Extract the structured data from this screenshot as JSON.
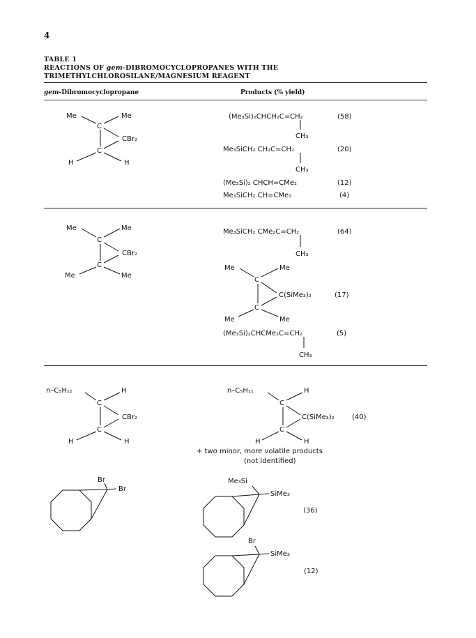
{
  "page_number": "4",
  "table": {
    "label": "TABLE 1",
    "title_prefix": "REACTIONS OF ",
    "title_italic": "gem",
    "title_rest": "-DIBROMOCYCLOPROPANES WITH THE TRIMETHYLCHLOROSILANE/MAGNESIUM REAGENT",
    "col1_italic": "gem",
    "col1_rest": "-Dibromocyclopropane",
    "col2": "Products (% yield)"
  },
  "labels": {
    "Me": "Me",
    "C": "C",
    "H": "H",
    "CBr2": "CBr₂",
    "CSiMe32": "C(SiMe₃)₂",
    "CH3": "CH₃",
    "Br": "Br",
    "SiMe3": "SiMe₃",
    "Me3Si": "Me₃Si",
    "n_pentyl": "n–C₅H₁₁"
  },
  "rows": [
    {
      "products": [
        {
          "formula_main": "(Me₃Si)₂CHCH₂C=CH₂",
          "branch": "CH₃",
          "yield": "(58)"
        },
        {
          "formula_main": "Me₃SiCH₂ CH₂C=CH₂",
          "branch": "CH₃",
          "yield": "(20)"
        },
        {
          "formula_main": "(Me₃Si)₂ CHCH=CMe₂",
          "yield": "(12)"
        },
        {
          "formula_main": "Me₃SiCH₂ CH=CMe₂",
          "yield": "(4)"
        }
      ]
    },
    {
      "products": [
        {
          "formula_main": "Me₃SiCH₂ CMe₂C=CH₂",
          "branch": "CH₃",
          "yield": "(64)"
        },
        {
          "structure": "tetramethylcyclopropane-bis(trimethylsilyl)",
          "yield": "(17)"
        },
        {
          "formula_main": "(Me₃Si)₂CHCMe₂C=CH₂",
          "branch": "CH₃",
          "yield": "(5)"
        }
      ]
    },
    {
      "products": [
        {
          "structure": "pentylcyclopropane-bis(trimethylsilyl)",
          "yield": "(40)"
        },
        {
          "note_line1": "+ two minor, more volatile  products",
          "note_line2": "(not identified)"
        }
      ]
    },
    {
      "products": [
        {
          "structure": "bicyclo-bis(trimethylsilyl)",
          "yield": "(36)"
        },
        {
          "structure": "bicyclo-bromo-trimethylsilyl",
          "yield": "(12)"
        }
      ]
    }
  ]
}
